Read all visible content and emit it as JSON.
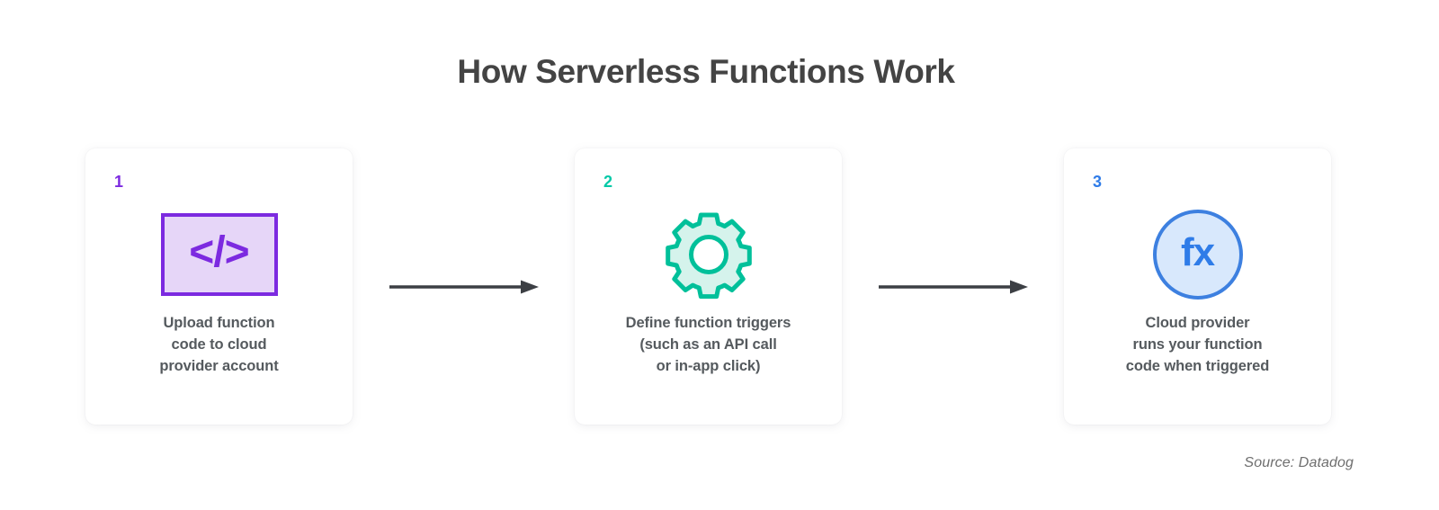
{
  "title": "How Serverless Functions Work",
  "colors": {
    "background": "#ffffff",
    "title_text": "#444444",
    "caption_text": "#555a5e",
    "step1_accent": "#7c2ae0",
    "step1_fill": "#e6d6f8",
    "step2_accent": "#00c9a7",
    "step2_fill": "#d5f3ec",
    "step3_accent": "#2f7ce8",
    "step3_fill": "#d8e8fc",
    "arrow": "#3c3f44",
    "source_text": "#6e6e6e"
  },
  "steps": [
    {
      "number": "1",
      "icon_name": "code-brackets-icon",
      "icon_glyph": "</>",
      "caption_lines": [
        "Upload function",
        "code to cloud",
        "provider account"
      ]
    },
    {
      "number": "2",
      "icon_name": "gear-icon",
      "icon_glyph": "",
      "caption_lines": [
        "Define function triggers",
        "(such as an API call",
        "or in-app click)"
      ]
    },
    {
      "number": "3",
      "icon_name": "fx-function-icon",
      "icon_glyph": "fx",
      "caption_lines": [
        "Cloud provider",
        "runs your function",
        "code when triggered"
      ]
    }
  ],
  "arrows": [
    {
      "name": "arrow-step1-to-step2"
    },
    {
      "name": "arrow-step2-to-step3"
    }
  ],
  "source": "Source: Datadog"
}
